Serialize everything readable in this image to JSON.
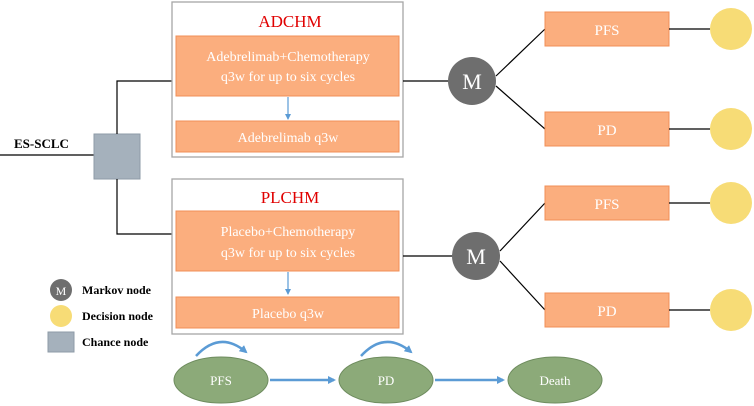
{
  "root_label": "ES-SCLC",
  "arms": [
    {
      "title": "ADCHM",
      "phase1": [
        "Adebrelimab+Chemotherapy",
        "q3w for up to six cycles"
      ],
      "phase2": "Adebrelimab q3w",
      "markov_symbol": "M",
      "states": [
        "PFS",
        "PD"
      ]
    },
    {
      "title": "PLCHM",
      "phase1": [
        "Placebo+Chemotherapy",
        "q3w for up to six cycles"
      ],
      "phase2": "Placebo q3w",
      "markov_symbol": "M",
      "states": [
        "PFS",
        "PD"
      ]
    }
  ],
  "legend": [
    {
      "symbol": "M",
      "label": "Markov node"
    },
    {
      "symbol": "",
      "label": "Decision node"
    },
    {
      "symbol": "",
      "label": "Chance node"
    }
  ],
  "transitions": [
    "PFS",
    "PD",
    "Death"
  ],
  "colors": {
    "box_fill": "#FBAE7E",
    "box_stroke": "#F08F57",
    "markov_fill": "#6E6E6E",
    "decision_fill": "#F7DC76",
    "chance_fill": "#A5B1BC",
    "ellipse_fill": "#8CAA79",
    "ellipse_stroke": "#6E8C5E",
    "arrow": "#5B9BD5",
    "title_red": "#E00000",
    "frame_stroke": "#A6A6A6"
  }
}
